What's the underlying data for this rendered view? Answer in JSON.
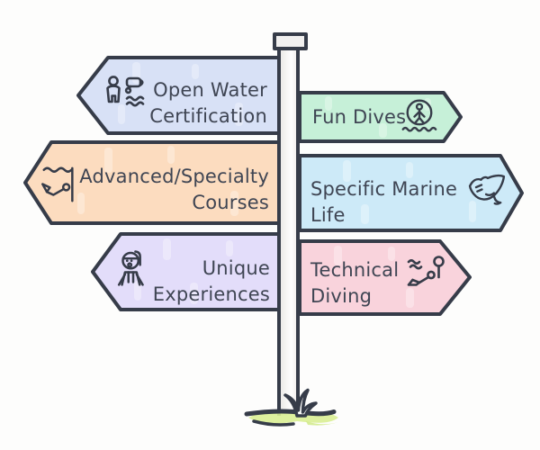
{
  "diagram": {
    "type": "signpost",
    "background": "#fdfdfc",
    "ink_color": "#363c49",
    "text_color": "#3f4553",
    "pole_fill": "#f4f3f2",
    "grass_color": "#d9ee94"
  },
  "signs": [
    {
      "label": "Open Water Certification",
      "lines": [
        "Open Water",
        "Certification"
      ],
      "direction": "left",
      "fill": "#d8e1f6",
      "icon": "diver-certification-icon"
    },
    {
      "label": "Fun Dives",
      "lines": [
        "Fun Dives"
      ],
      "direction": "right",
      "fill": "#c6f0d8",
      "icon": "swimmer-buoy-icon"
    },
    {
      "label": "Advanced/Specialty Courses",
      "lines": [
        "Advanced/Specialty",
        "Courses"
      ],
      "direction": "left",
      "fill": "#fcdcbf",
      "icon": "descending-diver-icon"
    },
    {
      "label": "Specific Marine Life",
      "lines": [
        "Specific Marine",
        "Life"
      ],
      "direction": "right",
      "fill": "#cdeaf8",
      "icon": "manta-ray-icon"
    },
    {
      "label": "Unique Experiences",
      "lines": [
        "Unique",
        "Experiences"
      ],
      "direction": "left",
      "fill": "#e3ddfa",
      "icon": "snorkeler-icon"
    },
    {
      "label": "Technical Diving",
      "lines": [
        "Technical",
        "Diving"
      ],
      "direction": "right",
      "fill": "#f9d3dc",
      "icon": "technical-diver-icon"
    }
  ]
}
